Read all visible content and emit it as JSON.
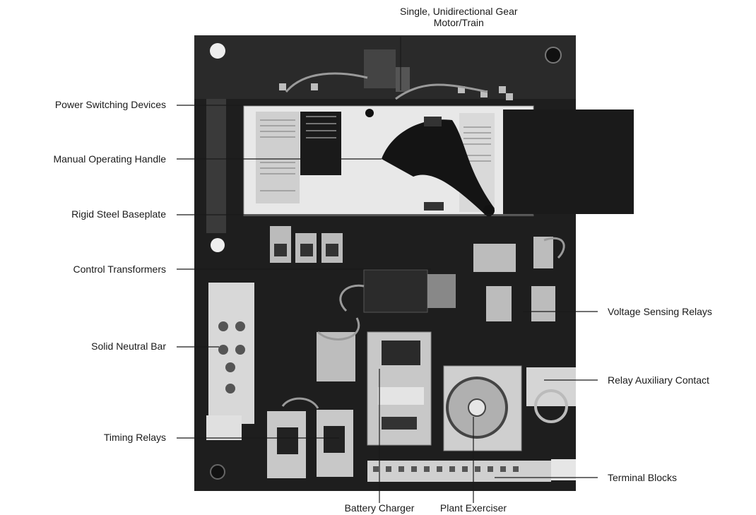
{
  "labels": {
    "gear_motor_line1": "Single, Unidirectional Gear",
    "gear_motor_line2": "Motor/Train",
    "power_switching": "Power Switching Devices",
    "manual_handle": "Manual Operating Handle",
    "baseplate": "Rigid Steel Baseplate",
    "control_transformers": "Control Transformers",
    "neutral_bar": "Solid Neutral Bar",
    "timing_relays": "Timing Relays",
    "battery_charger": "Battery Charger",
    "plant_exerciser": "Plant Exerciser",
    "voltage_relays": "Voltage Sensing Relays",
    "aux_contact": "Relay Auxiliary Contact",
    "terminal_blocks": "Terminal Blocks"
  },
  "colors": {
    "panel": "#1e1e1e",
    "panel_dark": "#0d0d0d",
    "component_light": "#d8d8d8",
    "leader": "#1a1a1a"
  }
}
